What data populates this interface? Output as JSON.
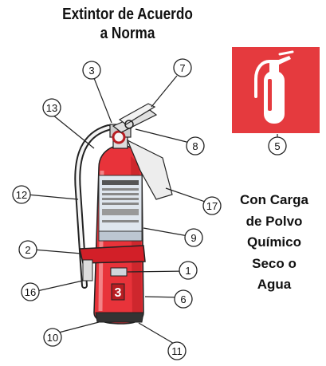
{
  "title": {
    "line1": "Extintor de Acuerdo",
    "line2": "a Norma"
  },
  "side_text": {
    "line1": "Con Carga",
    "line2": "de Polvo",
    "line3": "Químico",
    "line4": "Seco o",
    "line5": "Agua"
  },
  "body_label": "3",
  "callouts": [
    {
      "id": "c1",
      "label": "1"
    },
    {
      "id": "c2",
      "label": "2"
    },
    {
      "id": "c3",
      "label": "3"
    },
    {
      "id": "c5",
      "label": "5"
    },
    {
      "id": "c6",
      "label": "6"
    },
    {
      "id": "c7",
      "label": "7"
    },
    {
      "id": "c8",
      "label": "8"
    },
    {
      "id": "c9",
      "label": "9"
    },
    {
      "id": "c10",
      "label": "10"
    },
    {
      "id": "c11",
      "label": "11"
    },
    {
      "id": "c12",
      "label": "12"
    },
    {
      "id": "c13",
      "label": "13"
    },
    {
      "id": "c16",
      "label": "16"
    },
    {
      "id": "c17",
      "label": "17"
    }
  ],
  "colors": {
    "cylinder": "#e8333a",
    "cylinder_dark": "#b81d22",
    "sign_bg": "#e53a3e",
    "sign_icon": "#ffffff",
    "label_panel": "#dfe6ee",
    "outline": "#222222"
  }
}
